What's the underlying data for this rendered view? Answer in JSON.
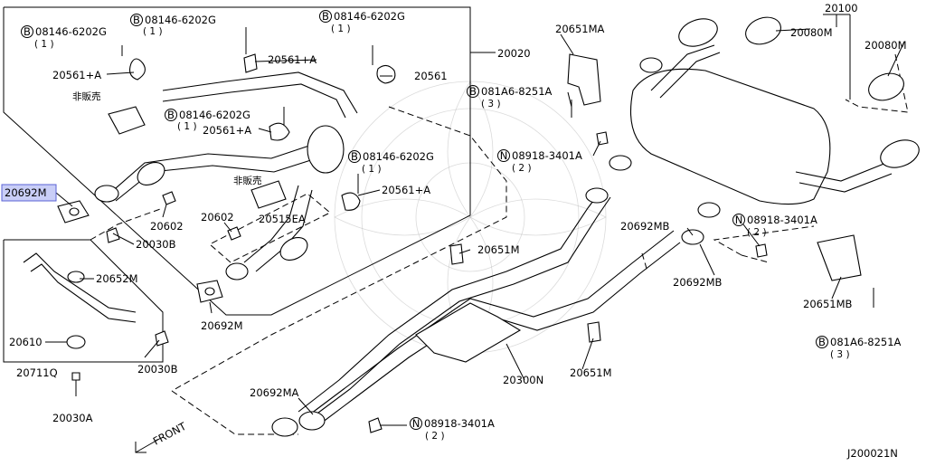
{
  "diagram_code": "J200021N",
  "front_label": "FRONT",
  "labels": [
    {
      "id": "b-08146-6202g-1",
      "prefix": "B",
      "text": "08146-6202G",
      "count": "( 1 )"
    },
    {
      "id": "b-08146-6202g-2",
      "prefix": "B",
      "text": "08146-6202G",
      "count": "( 1 )"
    },
    {
      "id": "b-08146-6202g-3",
      "prefix": "B",
      "text": "08146-6202G",
      "count": "( 1 )"
    },
    {
      "id": "b-08146-6202g-4",
      "prefix": "B",
      "text": "08146-6202G",
      "count": "( 1 )"
    },
    {
      "id": "b-08146-6202g-5",
      "prefix": "B",
      "text": "08146-6202G",
      "count": "( 1 )"
    },
    {
      "id": "b-081a6-8251a-1",
      "prefix": "B",
      "text": "081A6-8251A",
      "count": "( 3 )"
    },
    {
      "id": "b-081a6-8251a-2",
      "prefix": "B",
      "text": "081A6-8251A",
      "count": "( 3 )"
    },
    {
      "id": "n-08918-3401a-1",
      "prefix": "N",
      "text": "08918-3401A",
      "count": "( 2 )"
    },
    {
      "id": "n-08918-3401a-2",
      "prefix": "N",
      "text": "08918-3401A",
      "count": "( 2 )"
    },
    {
      "id": "n-08918-3401a-3",
      "prefix": "N",
      "text": "08918-3401A",
      "count": "( 2 )"
    },
    {
      "id": "p-20561a-1",
      "text": "20561+A"
    },
    {
      "id": "p-20561a-2",
      "text": "20561+A"
    },
    {
      "id": "p-20561a-3",
      "text": "20561+A"
    },
    {
      "id": "p-20561a-4",
      "text": "20561+A"
    },
    {
      "id": "p-20561",
      "text": "20561"
    },
    {
      "id": "p-20020",
      "text": "20020"
    },
    {
      "id": "p-20692m-hl",
      "text": "20692M"
    },
    {
      "id": "p-20602-1",
      "text": "20602"
    },
    {
      "id": "p-20602-2",
      "text": "20602"
    },
    {
      "id": "p-20030b-1",
      "text": "20030B"
    },
    {
      "id": "p-20030b-2",
      "text": "20030B"
    },
    {
      "id": "p-20652m",
      "text": "20652M"
    },
    {
      "id": "p-20610",
      "text": "20610"
    },
    {
      "id": "p-20711q",
      "text": "20711Q"
    },
    {
      "id": "p-20030a",
      "text": "20030A"
    },
    {
      "id": "p-20515ea",
      "text": "20515EA"
    },
    {
      "id": "p-20692m-2",
      "text": "20692M"
    },
    {
      "id": "p-20692ma",
      "text": "20692MA"
    },
    {
      "id": "p-20651ma",
      "text": "20651MA"
    },
    {
      "id": "p-20100",
      "text": "20100"
    },
    {
      "id": "p-20080m-1",
      "text": "20080M"
    },
    {
      "id": "p-20080m-2",
      "text": "20080M"
    },
    {
      "id": "p-20692mb-1",
      "text": "20692MB"
    },
    {
      "id": "p-20692mb-2",
      "text": "20692MB"
    },
    {
      "id": "p-20651m-1",
      "text": "20651M"
    },
    {
      "id": "p-20651m-2",
      "text": "20651M"
    },
    {
      "id": "p-20651mb",
      "text": "20651MB"
    },
    {
      "id": "p-20300n",
      "text": "20300N"
    },
    {
      "id": "nonsale-1",
      "text": "非販売"
    },
    {
      "id": "nonsale-2",
      "text": "非販売"
    }
  ],
  "colors": {
    "highlight_fill": "#c9cef7",
    "highlight_stroke": "#5a63d6",
    "line": "#000000"
  }
}
